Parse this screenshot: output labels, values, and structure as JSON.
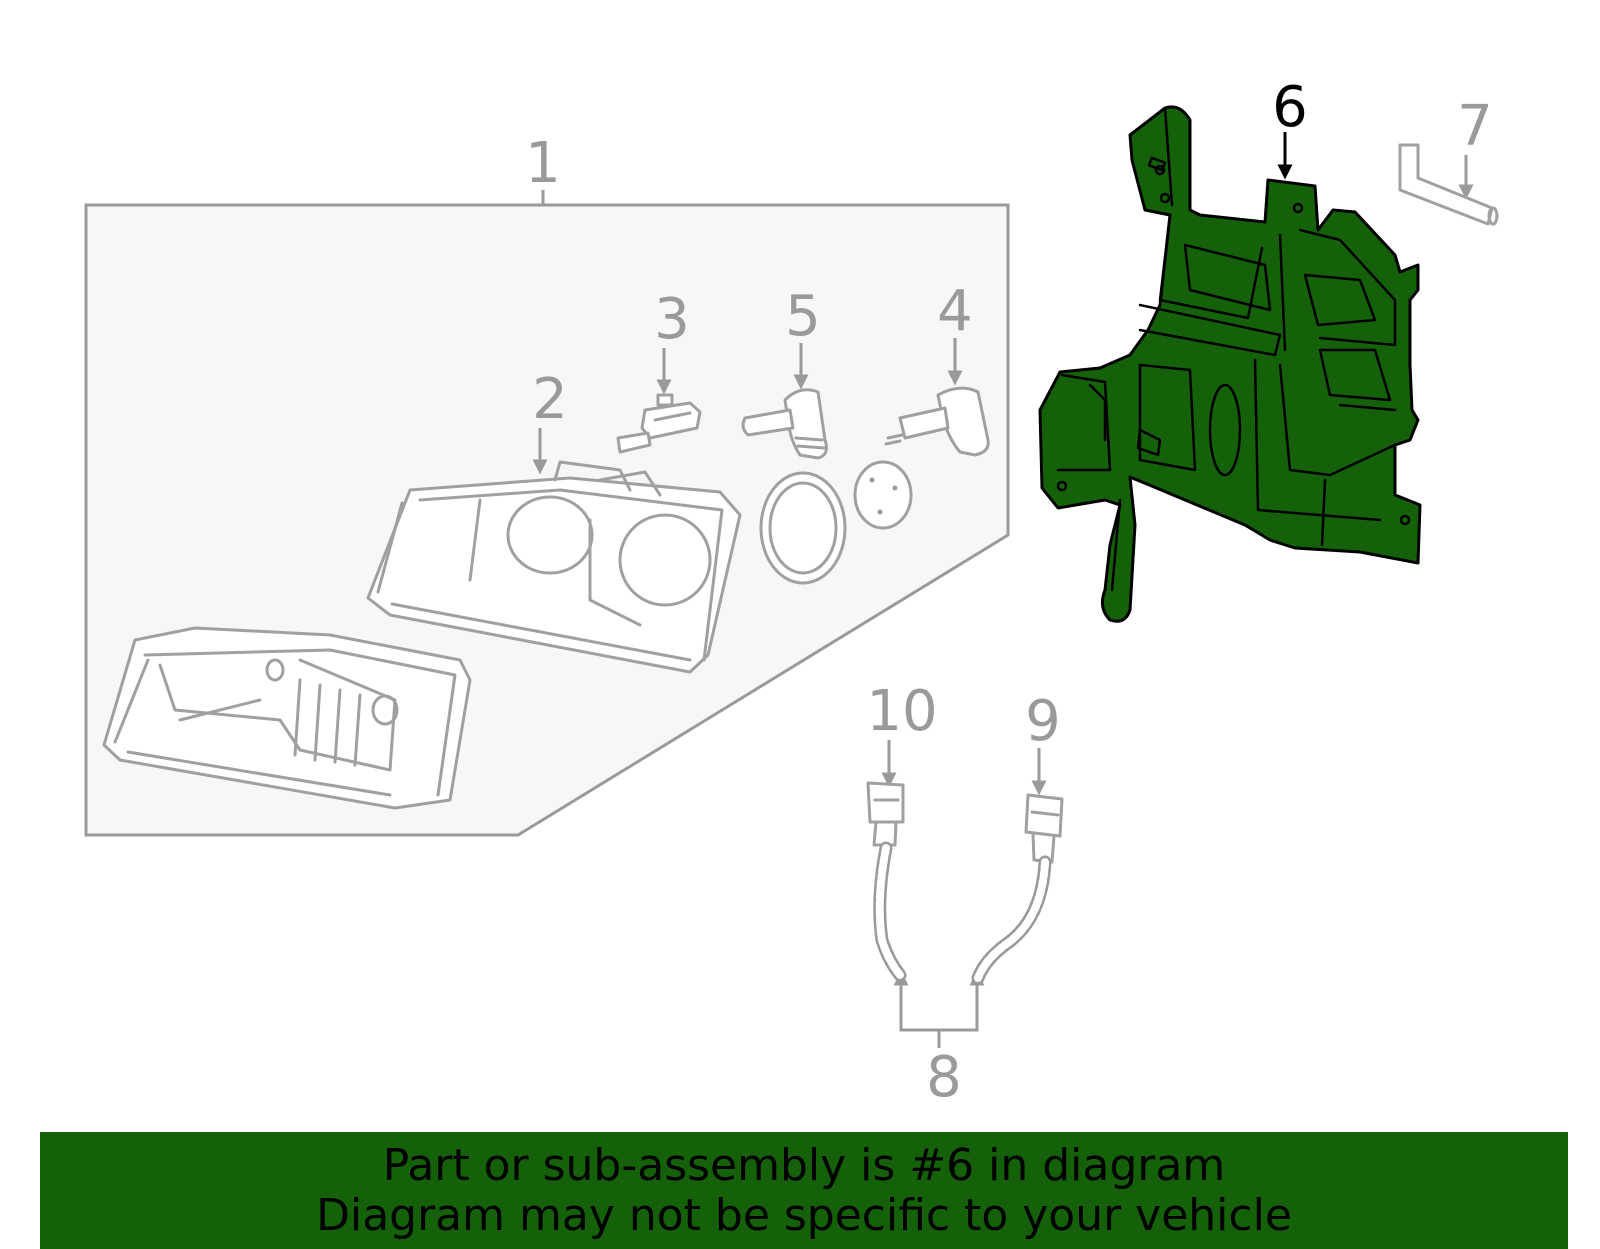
{
  "diagram": {
    "callouts": {
      "c1": "1",
      "c2": "2",
      "c3": "3",
      "c4": "4",
      "c5": "5",
      "c6": "6",
      "c7": "7",
      "c8": "8",
      "c9": "9",
      "c10": "10"
    },
    "highlighted_part": "6",
    "colors": {
      "highlight": "#146109",
      "outline": "#9a9a9a",
      "inset_background": "#f7f7f7"
    }
  },
  "footer": {
    "line1": "Part or sub-assembly is #6 in diagram",
    "line2": "Diagram may not be specific to your vehicle"
  }
}
